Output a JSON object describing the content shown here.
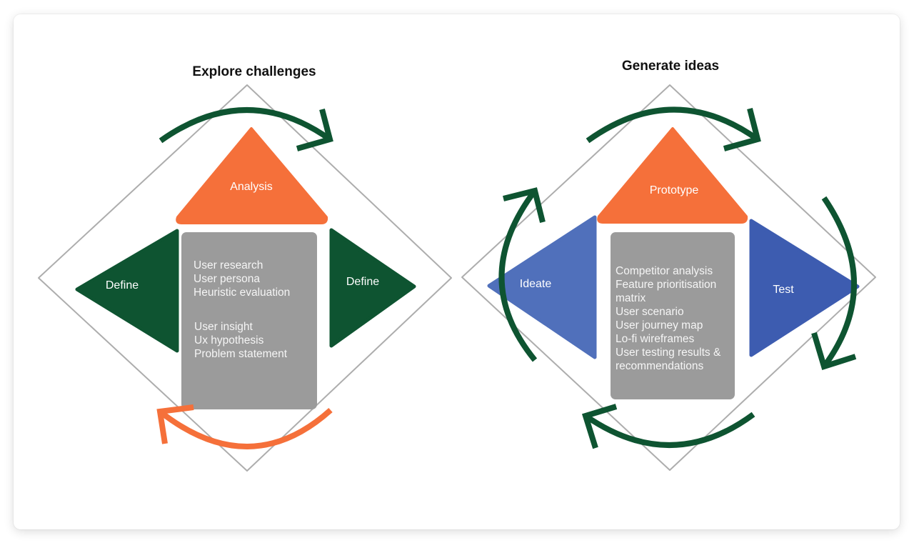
{
  "colors": {
    "orange": "#F5703A",
    "dark_green": "#0E5431",
    "blue_light": "#5070BB",
    "blue_dark": "#3D5CB0",
    "gray_box": "#9B9B9B",
    "outline": "#ADADAD"
  },
  "left_diagram": {
    "title": "Explore challenges",
    "top_label": "Analysis",
    "left_label": "Define",
    "right_label": "Define",
    "box_group1": [
      "User research",
      "User persona",
      "Heuristic evaluation"
    ],
    "box_group2": [
      "User insight",
      "Ux hypothesis",
      "Problem statement"
    ]
  },
  "right_diagram": {
    "title": "Generate ideas",
    "top_label": "Prototype",
    "left_label": "Ideate",
    "right_label": "Test",
    "box_lines": [
      "Competitor analysis",
      "Feature prioritisation",
      "matrix",
      "User scenario",
      "User journey map",
      "Lo-fi wireframes",
      "User testing results &",
      "recommendations"
    ]
  }
}
